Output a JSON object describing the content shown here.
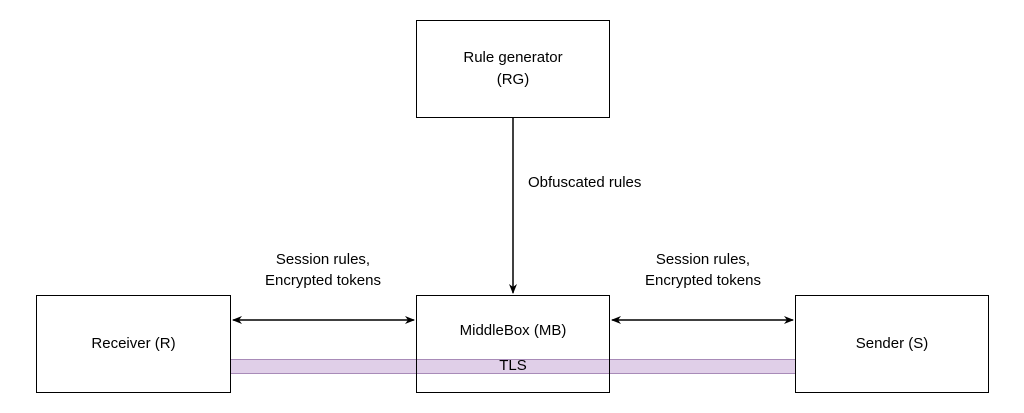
{
  "nodes": {
    "rg": {
      "line1": "Rule generator",
      "line2": "(RG)"
    },
    "receiver": {
      "label": "Receiver (R)"
    },
    "middlebox": {
      "label": "MiddleBox (MB)"
    },
    "sender": {
      "label": "Sender (S)"
    }
  },
  "edges": {
    "rg_to_mb": "Obfuscated rules",
    "receiver_mb": {
      "line1": "Session rules,",
      "line2": "Encrypted tokens"
    },
    "mb_sender": {
      "line1": "Session rules,",
      "line2": "Encrypted tokens"
    }
  },
  "channel": {
    "label": "TLS",
    "color": "#e0cfe8"
  }
}
